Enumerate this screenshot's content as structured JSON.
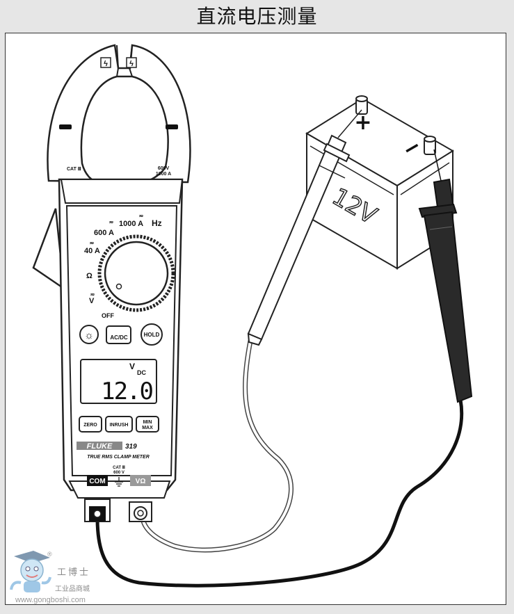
{
  "title": "直流电压测量",
  "meter": {
    "jaw_marks": [
      "ϟ",
      "ϟ"
    ],
    "cat_left": "CAT Ⅲ",
    "rating_right_1": "600V",
    "rating_right_2": "1000 A",
    "dial": {
      "hz": "Hz",
      "a1000": "1000 A",
      "a600": "600 A",
      "a40": "40 A",
      "ohm": "Ω",
      "volt": "V",
      "off": "OFF",
      "ac_sym": "≂"
    },
    "buttons": {
      "backlight": "☼",
      "acdc": "AC/DC",
      "hold": "HOLD",
      "zero": "ZERO",
      "inrush": "INRUSH",
      "minmax_1": "MIN",
      "minmax_2": "MAX"
    },
    "display": {
      "unit": "V",
      "mode": "DC",
      "reading": "12.0"
    },
    "brand": "FLUKE",
    "model": "319",
    "subtitle": "TRUE RMS CLAMP METER",
    "terminals": {
      "com": "COM",
      "cat": "CAT Ⅲ",
      "volt_rating": "600 V",
      "vohm": "VΩ"
    }
  },
  "battery": {
    "voltage": "12V",
    "plus": "+",
    "minus": "−"
  },
  "watermark": {
    "brand": "工博士",
    "sub": "工业品商城",
    "url": "www.gongboshi.com",
    "reg": "®"
  }
}
